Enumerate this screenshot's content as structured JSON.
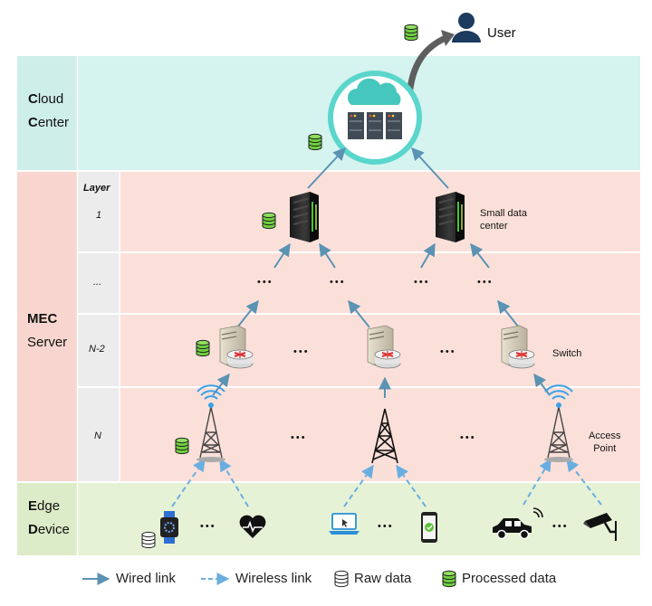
{
  "user": {
    "label": "User"
  },
  "tiers": {
    "cloud": {
      "first": "C",
      "rest1": "loud",
      "second": "C",
      "rest2": "enter"
    },
    "mec": {
      "line1": "MEC",
      "line2": "Server"
    },
    "edge": {
      "first": "E",
      "rest1": "dge",
      "second": "D",
      "rest2": "evice"
    }
  },
  "layers": {
    "header": "Layer",
    "rows": [
      "1",
      "...",
      "N-2",
      "N"
    ]
  },
  "labels": {
    "small_data_center_1": "Small data",
    "small_data_center_2": "center",
    "switch": "Switch",
    "access_point_1": "Access",
    "access_point_2": "Point"
  },
  "ellipsis": "•••",
  "legend": {
    "wired": "Wired link",
    "wireless": "Wireless link",
    "raw": "Raw data",
    "processed": "Processed data"
  },
  "colors": {
    "cloud_band": "#d5f3ef",
    "mec_band": "#fbe0da",
    "edge_band": "#e6f2d5",
    "label_column": "#ececec",
    "link": "#5b93b3",
    "wireless_link": "#6aaee0",
    "processed_data": "#6fcf3f",
    "cloud_circle": "#5ad6cc"
  },
  "icons": [
    "user-icon",
    "cloud-server-icon",
    "small-data-center-icon",
    "switch-router-icon",
    "wireless-tower-icon",
    "cell-tower-icon",
    "smartwatch-icon",
    "heart-rate-icon",
    "laptop-icon",
    "smartphone-icon",
    "car-icon",
    "cctv-camera-icon",
    "raw-data-icon",
    "processed-data-icon"
  ]
}
